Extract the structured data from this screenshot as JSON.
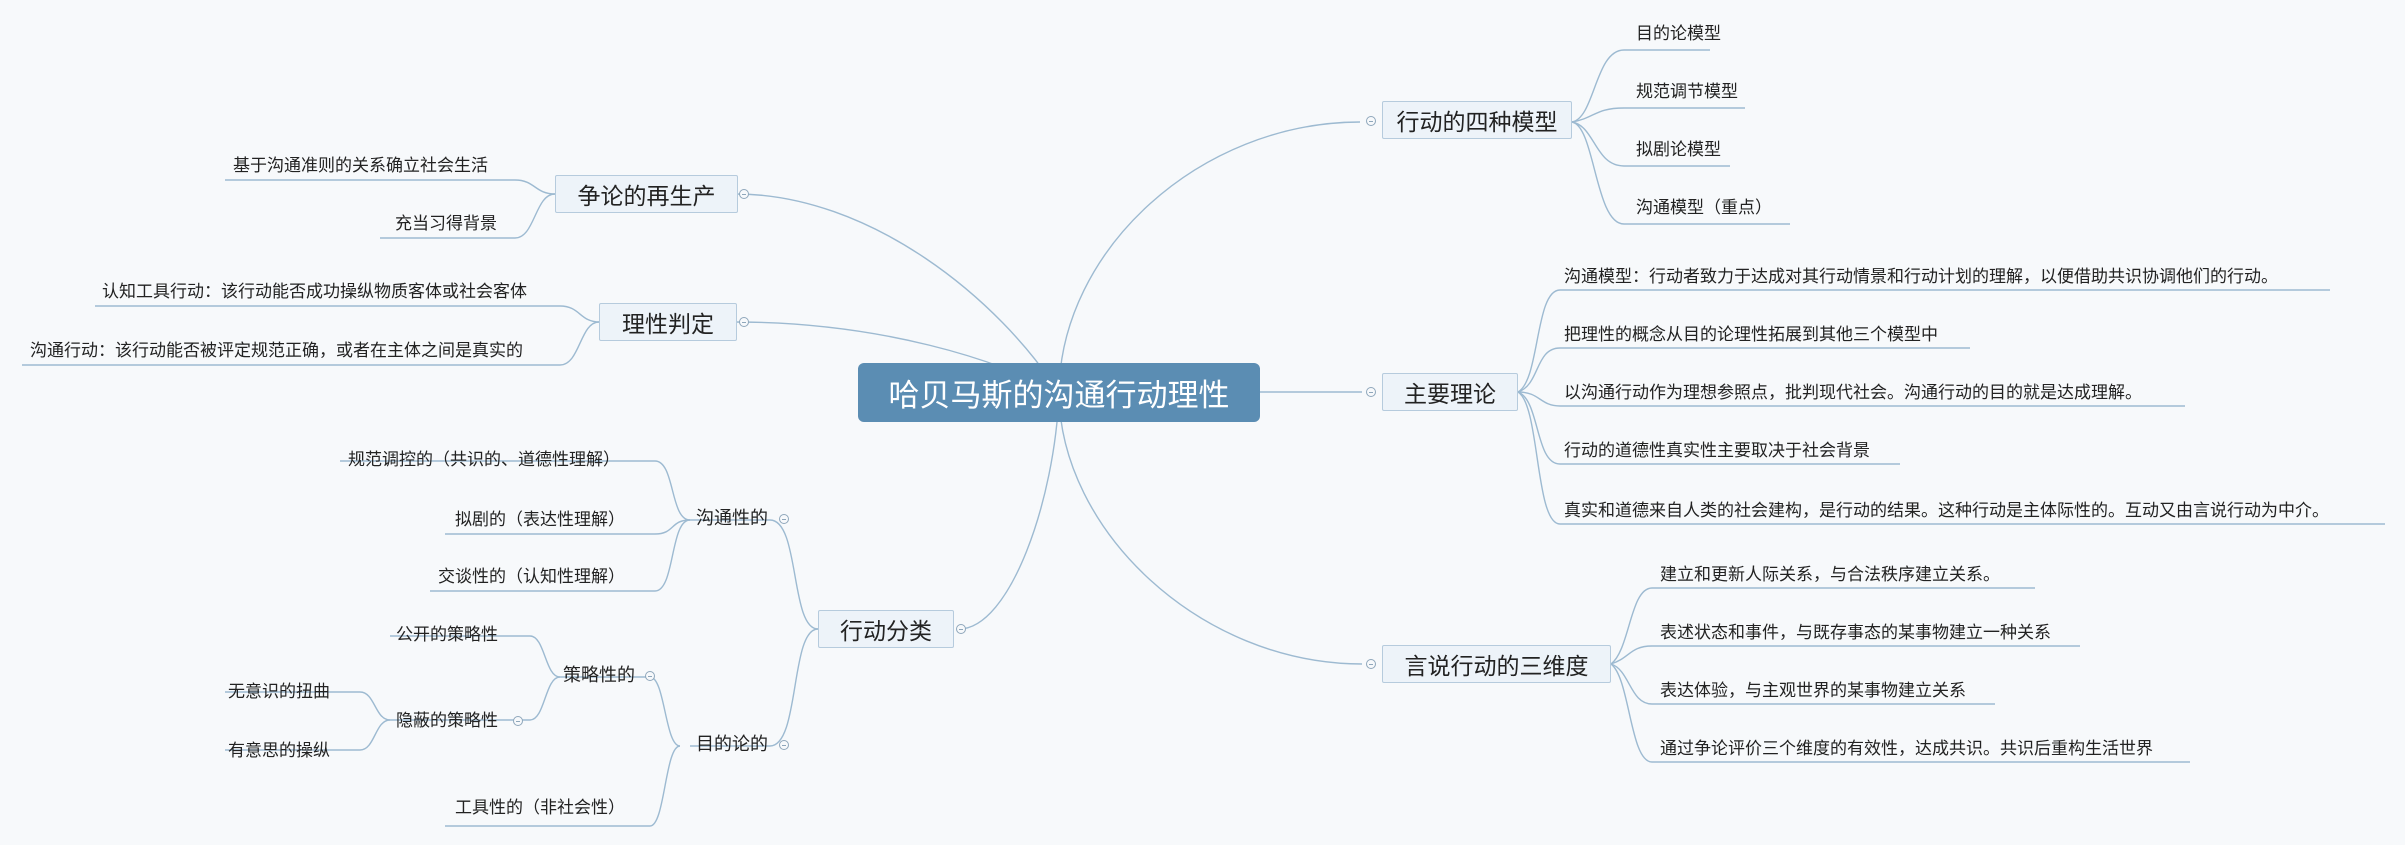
{
  "root": "哈贝马斯的沟通行动理性",
  "right": {
    "four_models": {
      "title": "行动的四种模型",
      "items": [
        "目的论模型",
        "规范调节模型",
        "拟剧论模型",
        "沟通模型（重点）"
      ]
    },
    "main_theory": {
      "title": "主要理论",
      "items": [
        "沟通模型：行动者致力于达成对其行动情景和行动计划的理解，以便借助共识协调他们的行动。",
        "把理性的概念从目的论理性拓展到其他三个模型中",
        "以沟通行动作为理想参照点，批判现代社会。沟通行动的目的就是达成理解。",
        "行动的道德性真实性主要取决于社会背景",
        "真实和道德来自人类的社会建构，是行动的结果。这种行动是主体际性的。互动又由言说行动为中介。"
      ]
    },
    "speech_act": {
      "title": "言说行动的三维度",
      "items": [
        "建立和更新人际关系，与合法秩序建立关系。",
        "表述状态和事件，与既存事态的某事物建立一种关系",
        "表达体验，与主观世界的某事物建立关系",
        "通过争论评价三个维度的有效性，达成共识。共识后重构生活世界"
      ]
    }
  },
  "left": {
    "reproduction": {
      "title": "争论的再生产",
      "items": [
        "基于沟通准则的关系确立社会生活",
        "充当习得背景"
      ]
    },
    "rational_judgment": {
      "title": "理性判定",
      "items": [
        "认知工具行动：该行动能否成功操纵物质客体或社会客体",
        "沟通行动：该行动能否被评定规范正确，或者在主体之间是真实的"
      ]
    },
    "action_types": {
      "title": "行动分类",
      "communicative": {
        "label": "沟通性的",
        "items": [
          "规范调控的（共识的、道德性理解）",
          "拟剧的（表达性理解）",
          "交谈性的（认知性理解）"
        ]
      },
      "teleological": {
        "label": "目的论的",
        "strategic": {
          "label": "策略性的",
          "public": "公开的策略性",
          "hidden": {
            "label": "隐蔽的策略性",
            "items": [
              "无意识的扭曲",
              "有意思的操纵"
            ]
          }
        },
        "instrumental": "工具性的（非社会性）"
      }
    }
  },
  "colors": {
    "root_bg": "#5b8db3",
    "main_bg": "#edf3f9",
    "line": "#9dbad1",
    "background": "#f7f9fb"
  }
}
